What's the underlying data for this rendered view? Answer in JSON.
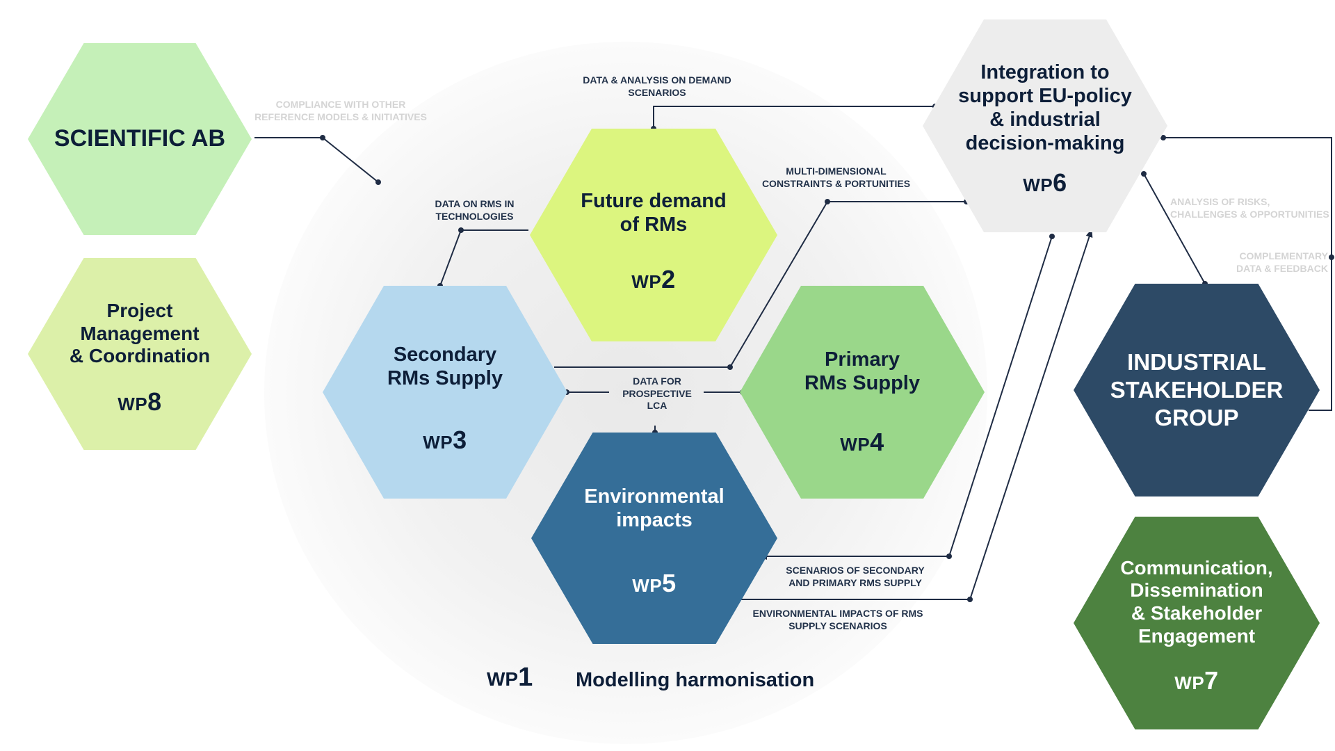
{
  "colors": {
    "navy_text": "#0d1e38",
    "connector": "#1f2c44",
    "faint_text": "#d4d4d4"
  },
  "nodes": {
    "scientific_ab": {
      "title": "SCIENTIFIC AB",
      "color": "#c5f0b8"
    },
    "wp8": {
      "title": "Project\nManagement\n& Coordination",
      "wp_prefix": "WP",
      "wp_number": "8",
      "color": "#dcf0a9"
    },
    "wp2": {
      "title": "Future demand\nof RMs",
      "wp_prefix": "WP",
      "wp_number": "2",
      "color": "#dcf57f"
    },
    "wp3": {
      "title": "Secondary\nRMs Supply",
      "wp_prefix": "WP",
      "wp_number": "3",
      "color": "#b5d8ee"
    },
    "wp4": {
      "title": "Primary\nRMs Supply",
      "wp_prefix": "WP",
      "wp_number": "4",
      "color": "#9ad78a"
    },
    "wp5": {
      "title": "Environmental\nimpacts",
      "wp_prefix": "WP",
      "wp_number": "5",
      "color": "#356e98"
    },
    "wp6": {
      "title": "Integration to\nsupport EU-policy\n& industrial\ndecision-making",
      "wp_prefix": "WP",
      "wp_number": "6",
      "color": "#ededed"
    },
    "industrial": {
      "title": "INDUSTRIAL\nSTAKEHOLDER\nGROUP",
      "color": "#2d4a66"
    },
    "wp7": {
      "title": "Communication,\nDissemination\n& Stakeholder\nEngagement",
      "wp_prefix": "WP",
      "wp_number": "7",
      "color": "#4d8240"
    }
  },
  "labels": {
    "compliance": "COMPLIANCE WITH OTHER\nREFERENCE MODELS & INITIATIVES",
    "data_analysis_demand": "DATA & ANALYSIS ON DEMAND\nSCENARIOS",
    "data_rms_tech": "DATA ON RMS IN\nTECHNOLOGIES",
    "multi_dimensional": "MULTI-DIMENSIONAL\nCONSTRAINTS & PORTUNITIES",
    "analysis_risks": "ANALYSIS OF RISKS,\nCHALLENGES & OPPORTUNITIES",
    "complementary": "COMPLEMENTARY\nDATA & FEEDBACK",
    "data_prospective_lca": "DATA FOR\nPROSPECTIVE\nLCA",
    "scenarios_supply": "SCENARIOS OF SECONDARY\nAND PRIMARY RMS SUPPLY",
    "env_impacts_supply": "ENVIRONMENTAL IMPACTS OF RMS\nSUPPLY SCENARIOS"
  },
  "footer": {
    "wp_prefix": "WP",
    "wp_number": "1",
    "title": "Modelling harmonisation"
  }
}
